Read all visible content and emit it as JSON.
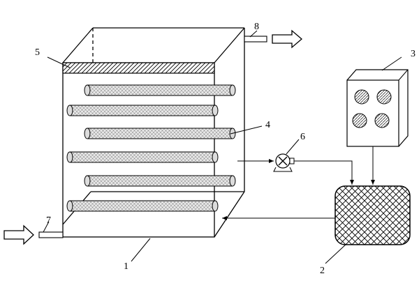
{
  "figure": {
    "callouts": {
      "one": "1",
      "two": "2",
      "three": "3",
      "four": "4",
      "five": "5",
      "six": "6",
      "seven": "7",
      "eight": "8"
    }
  }
}
